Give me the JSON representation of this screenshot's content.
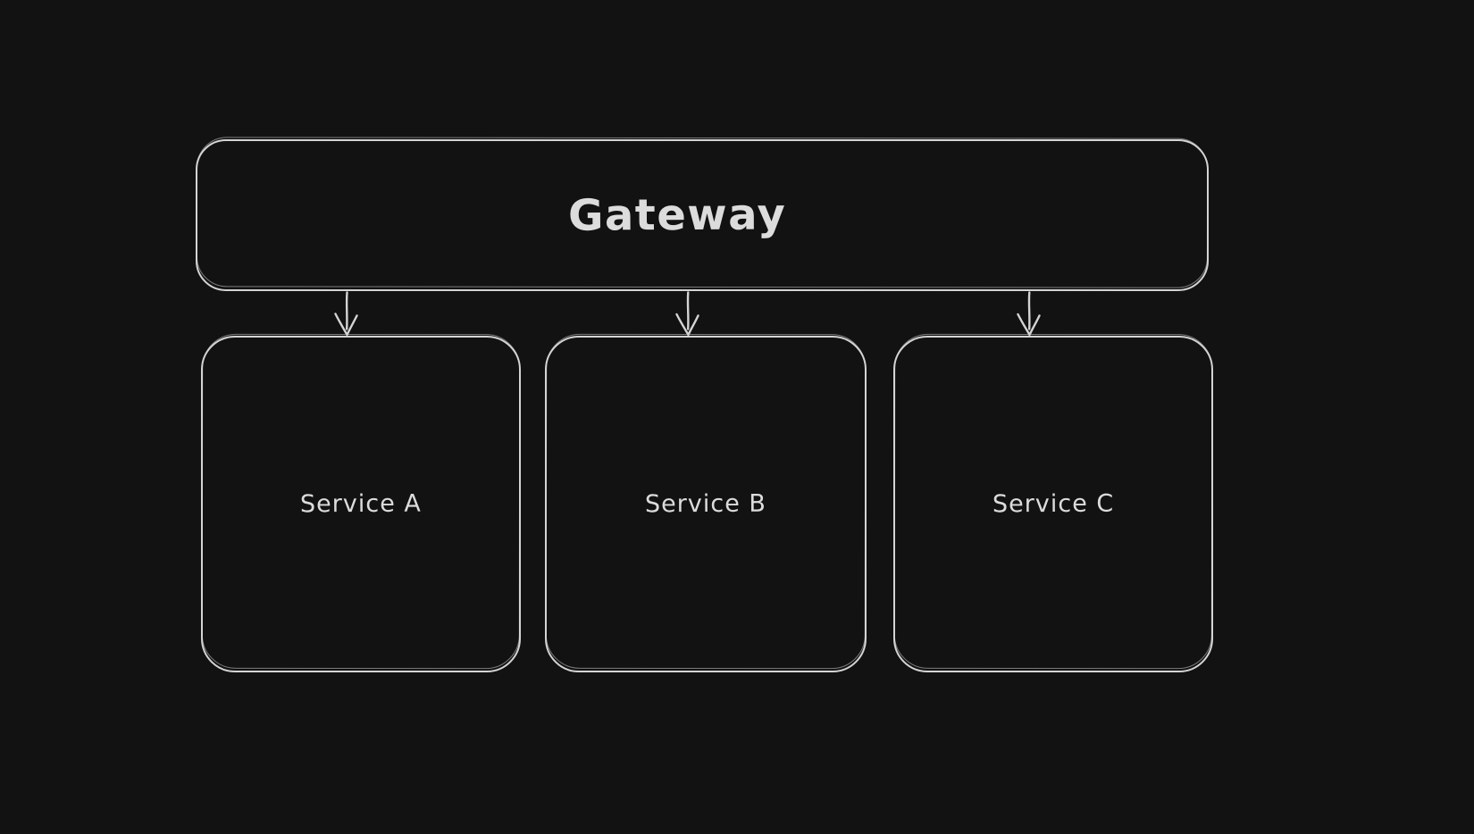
{
  "canvas": {
    "background_color": "#121212",
    "stroke_color": "#d4d4d4",
    "text_color": "#dcdcdc"
  },
  "diagram": {
    "style": "hand-drawn-sketch",
    "nodes": [
      {
        "id": "gateway",
        "label": "Gateway",
        "role": "top-level"
      },
      {
        "id": "service-a",
        "label": "Service A",
        "role": "child"
      },
      {
        "id": "service-b",
        "label": "Service B",
        "role": "child"
      },
      {
        "id": "service-c",
        "label": "Service C",
        "role": "child"
      }
    ],
    "edges": [
      {
        "from": "Gateway",
        "to": "Service A",
        "type": "arrow-down"
      },
      {
        "from": "Gateway",
        "to": "Service B",
        "type": "arrow-down"
      },
      {
        "from": "Gateway",
        "to": "Service C",
        "type": "arrow-down"
      }
    ]
  }
}
